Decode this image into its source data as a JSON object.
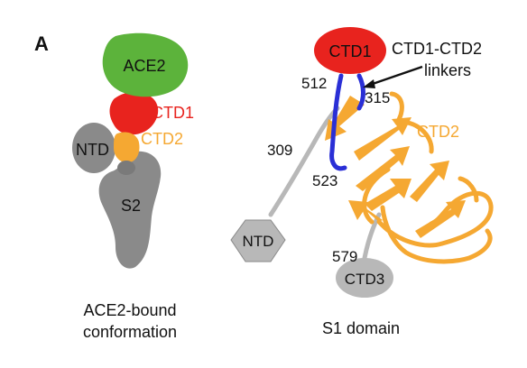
{
  "panel_label": "A",
  "left_diagram": {
    "labels": {
      "ace2": "ACE2",
      "ctd1": "CTD1",
      "ntd": "NTD",
      "ctd2": "CTD2",
      "s2": "S2"
    },
    "caption_line1": "ACE2-bound",
    "caption_line2": "conformation"
  },
  "right_diagram": {
    "labels": {
      "ctd1": "CTD1",
      "linker_line1": "CTD1-CTD2",
      "linker_line2": "linkers",
      "res_512": "512",
      "res_315": "315",
      "res_309": "309",
      "res_523": "523",
      "res_579": "579",
      "ctd2": "CTD2",
      "ntd": "NTD",
      "ctd3": "CTD3"
    },
    "caption": "S1 domain"
  },
  "colors": {
    "ace2": "#5cb33b",
    "ctd1": "#e8231e",
    "ctd2": "#f5a832",
    "grey": "#8a8a8a",
    "light_grey": "#b8b8b8",
    "linker": "#2a2fd6",
    "ctd1_text": "#e8231e",
    "ctd2_text": "#f5a832"
  }
}
